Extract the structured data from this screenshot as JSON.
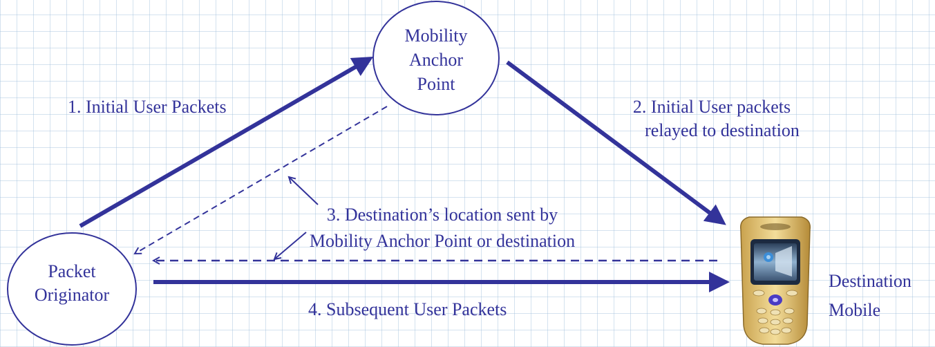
{
  "colors": {
    "ink": "#33339a",
    "text": "#33339a",
    "grid": "#a0bedc"
  },
  "nodes": {
    "anchor": {
      "line1": "Mobility",
      "line2": "Anchor",
      "line3": "Point"
    },
    "originator": {
      "line1": "Packet",
      "line2": "Originator"
    },
    "destination": {
      "line1": "Destination",
      "line2": "Mobile",
      "icon": "mobile-phone-icon"
    }
  },
  "labels": {
    "step1": "1. Initial User Packets",
    "step2_line1": "2. Initial User packets",
    "step2_line2": "relayed to destination",
    "step3_line1": "3. Destination’s location sent by",
    "step3_line2": "Mobility Anchor Point or destination",
    "step4": "4. Subsequent User Packets"
  }
}
